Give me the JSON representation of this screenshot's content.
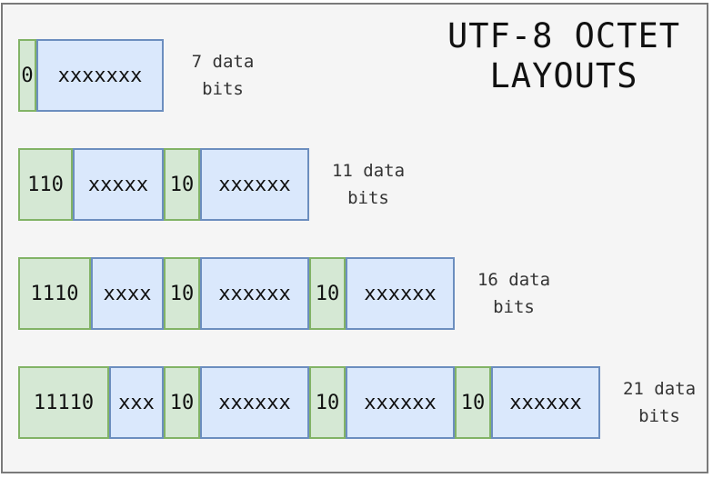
{
  "title": {
    "line1": "UTF-8 OCTET",
    "line2": "LAYOUTS"
  },
  "rows": [
    {
      "segments": [
        {
          "kind": "prefix",
          "text": "0"
        },
        {
          "kind": "data",
          "text": "xxxxxxx"
        }
      ],
      "note": {
        "line1": "7 data",
        "line2": "bits"
      }
    },
    {
      "segments": [
        {
          "kind": "prefix",
          "text": "110"
        },
        {
          "kind": "data",
          "text": "xxxxx"
        },
        {
          "kind": "prefix",
          "text": "10"
        },
        {
          "kind": "data",
          "text": "xxxxxx"
        }
      ],
      "note": {
        "line1": "11 data",
        "line2": "bits"
      }
    },
    {
      "segments": [
        {
          "kind": "prefix",
          "text": "1110"
        },
        {
          "kind": "data",
          "text": "xxxx"
        },
        {
          "kind": "prefix",
          "text": "10"
        },
        {
          "kind": "data",
          "text": "xxxxxx"
        },
        {
          "kind": "prefix",
          "text": "10"
        },
        {
          "kind": "data",
          "text": "xxxxxx"
        }
      ],
      "note": {
        "line1": "16 data",
        "line2": "bits"
      }
    },
    {
      "segments": [
        {
          "kind": "prefix",
          "text": "11110"
        },
        {
          "kind": "data",
          "text": "xxx"
        },
        {
          "kind": "prefix",
          "text": "10"
        },
        {
          "kind": "data",
          "text": "xxxxxx"
        },
        {
          "kind": "prefix",
          "text": "10"
        },
        {
          "kind": "data",
          "text": "xxxxxx"
        },
        {
          "kind": "prefix",
          "text": "10"
        },
        {
          "kind": "data",
          "text": "xxxxxx"
        }
      ],
      "note": {
        "line1": "21 data",
        "line2": "bits"
      }
    }
  ],
  "colors": {
    "prefix_fill": "#d5e8d4",
    "prefix_stroke": "#82b366",
    "data_fill": "#dae8fc",
    "data_stroke": "#6c8ebf"
  }
}
